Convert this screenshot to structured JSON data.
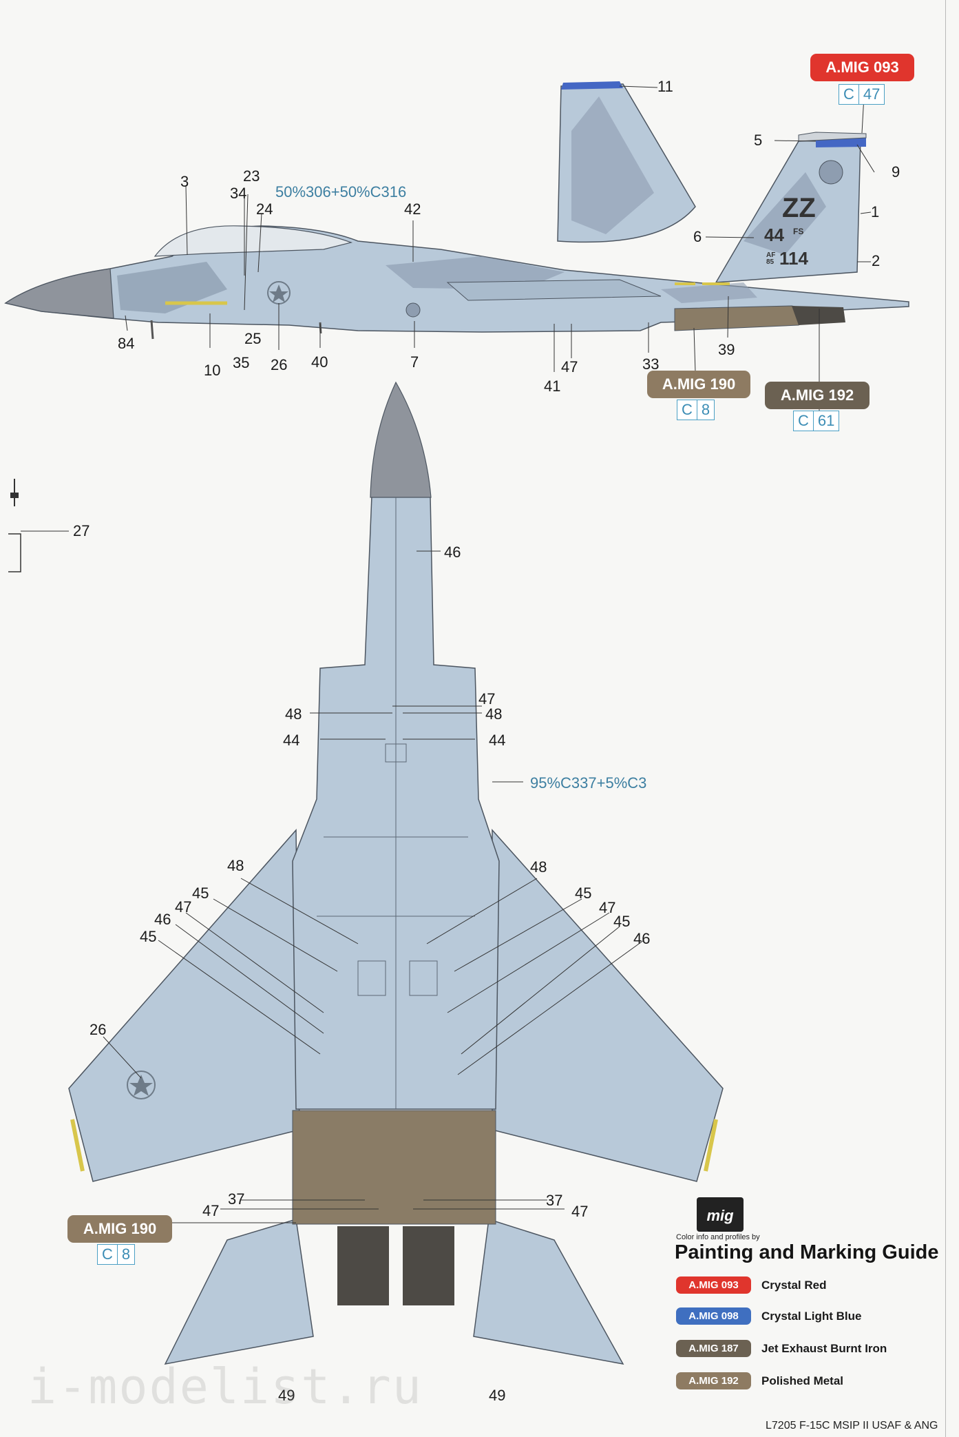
{
  "side_view": {
    "mix_label": "50%306+50%C316",
    "markings": {
      "tail_code": "ZZ",
      "squadron": "44",
      "squadron_suffix": "FS",
      "af_prefix": "AF\n85",
      "serial": "114"
    },
    "callouts": {
      "c11": "11",
      "c5": "5",
      "c9": "9",
      "c1": "1",
      "c6": "6",
      "c2": "2",
      "c3": "3",
      "c23": "23",
      "c34": "34",
      "c24": "24",
      "c42": "42",
      "c84": "84",
      "c10": "10",
      "c35": "35",
      "c25": "25",
      "c26": "26",
      "c40": "40",
      "c7": "7",
      "c41": "41",
      "c47": "47",
      "c33": "33",
      "c39": "39"
    },
    "paint_refs": {
      "mig093": {
        "chip": "A.MIG 093",
        "code_letter": "C",
        "code_number": "47"
      },
      "mig190": {
        "chip": "A.MIG 190",
        "code_letter": "C",
        "code_number": "8"
      },
      "mig192": {
        "chip": "A.MIG 192",
        "code_letter": "C",
        "code_number": "61"
      }
    }
  },
  "small_detail": {
    "callout": "27"
  },
  "top_view": {
    "mix_label": "95%C337+5%C3",
    "callouts": {
      "c46a": "46",
      "c47a": "47",
      "c48a": "48",
      "c48b": "48",
      "c44a": "44",
      "c44b": "44",
      "c48c": "48",
      "c48d": "48",
      "c45a": "45",
      "c47b": "47",
      "c46b": "46",
      "c45b": "45",
      "c45c": "45",
      "c47c": "47",
      "c45d": "45",
      "c46c": "46",
      "c26": "26",
      "c37a": "37",
      "c47d": "47",
      "c37b": "37",
      "c47e": "47",
      "c49a": "49",
      "c49b": "49"
    },
    "paint_ref": {
      "chip": "A.MIG 190",
      "code_letter": "C",
      "code_number": "8"
    }
  },
  "legend": {
    "logo_text": "mig",
    "small_text": "Color info and profiles by",
    "title": "Painting and Marking Guide",
    "items": [
      {
        "code": "A.MIG 093",
        "name": "Crystal Red",
        "color": "#e0352d"
      },
      {
        "code": "A.MIG 098",
        "name": "Crystal Light Blue",
        "color": "#3f6fc0"
      },
      {
        "code": "A.MIG 187",
        "name": "Jet Exhaust Burnt Iron",
        "color": "#6b6152"
      },
      {
        "code": "A.MIG 192",
        "name": "Polished Metal",
        "color": "#8e7b62"
      }
    ]
  },
  "footer": "L7205 F-15C MSIP II USAF & ANG",
  "watermark": "i-modelist.ru",
  "colors": {
    "camo_light": "#b8c9d9",
    "camo_dark": "#8e9db0",
    "nose_grey": "#8f949c",
    "exhaust": "#8a7c66",
    "blue_tip": "#4467c4"
  }
}
